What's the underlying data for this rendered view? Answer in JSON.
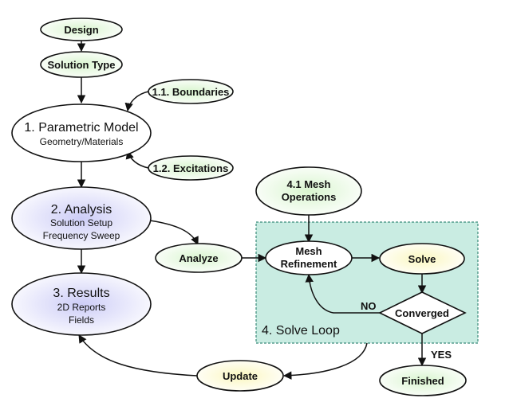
{
  "nodes": {
    "design": "Design",
    "solution_type": "Solution Type",
    "boundaries": "1.1. Boundaries",
    "parametric_model": {
      "title": "1. Parametric Model",
      "sub": "Geometry/Materials"
    },
    "excitations": "1.2. Excitations",
    "analysis": {
      "title": "2. Analysis",
      "line1": "Solution Setup",
      "line2": "Frequency Sweep"
    },
    "results": {
      "title": "3. Results",
      "line1": "2D Reports",
      "line2": "Fields"
    },
    "analyze": "Analyze",
    "mesh_operations": {
      "line1": "4.1 Mesh",
      "line2": "Operations"
    },
    "mesh_refinement": {
      "line1": "Mesh",
      "line2": "Refinement"
    },
    "solve": "Solve",
    "converged": "Converged",
    "finished": "Finished",
    "update": "Update"
  },
  "solve_loop_label": "4. Solve Loop",
  "edge_labels": {
    "no": "NO",
    "yes": "YES"
  },
  "colors": {
    "green_fill": "#d9f5cf",
    "blue_fill": "#cdcdf7",
    "yellow_fill": "#fbf7bf",
    "loop_fill": "#c9ece2",
    "loop_border": "#3c8c7c"
  }
}
